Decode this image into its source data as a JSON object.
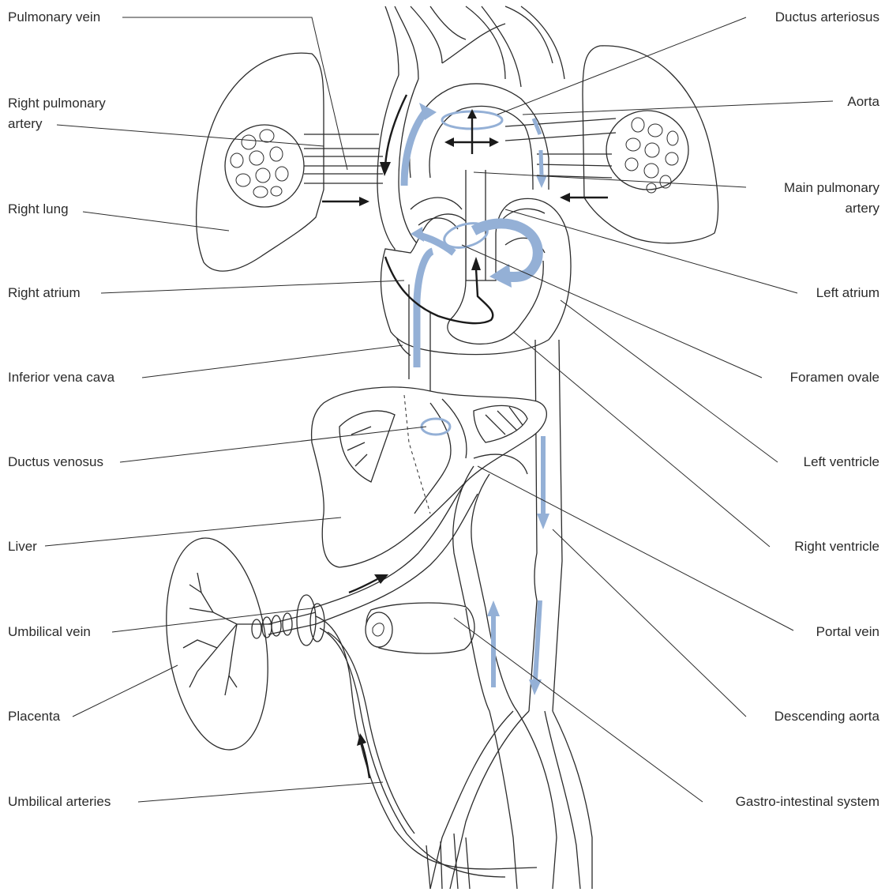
{
  "colors": {
    "line": "#2b2b2b",
    "flow_oxygenated_blue": "#94b0d6",
    "flow_arrow_black": "#1a1a1a",
    "background": "#ffffff"
  },
  "labels": {
    "pulmonary_vein": "Pulmonary vein",
    "right_pulmonary_artery_1": "Right pulmonary",
    "right_pulmonary_artery_2": "artery",
    "right_lung": "Right lung",
    "right_atrium": "Right atrium",
    "inferior_vena_cava": "Inferior vena cava",
    "ductus_venosus": "Ductus venosus",
    "liver": "Liver",
    "umbilical_vein": "Umbilical vein",
    "placenta": "Placenta",
    "umbilical_arteries": "Umbilical arteries",
    "ductus_arteriosus": "Ductus arteriosus",
    "aorta": "Aorta",
    "main_pulmonary_artery_1": "Main pulmonary",
    "main_pulmonary_artery_2": "artery",
    "left_atrium": "Left atrium",
    "foramen_ovale": "Foramen ovale",
    "left_ventricle": "Left ventricle",
    "right_ventricle": "Right ventricle",
    "portal_vein": "Portal vein",
    "descending_aorta": "Descending aorta",
    "gastro_intestinal_system": "Gastro-intestinal system"
  }
}
